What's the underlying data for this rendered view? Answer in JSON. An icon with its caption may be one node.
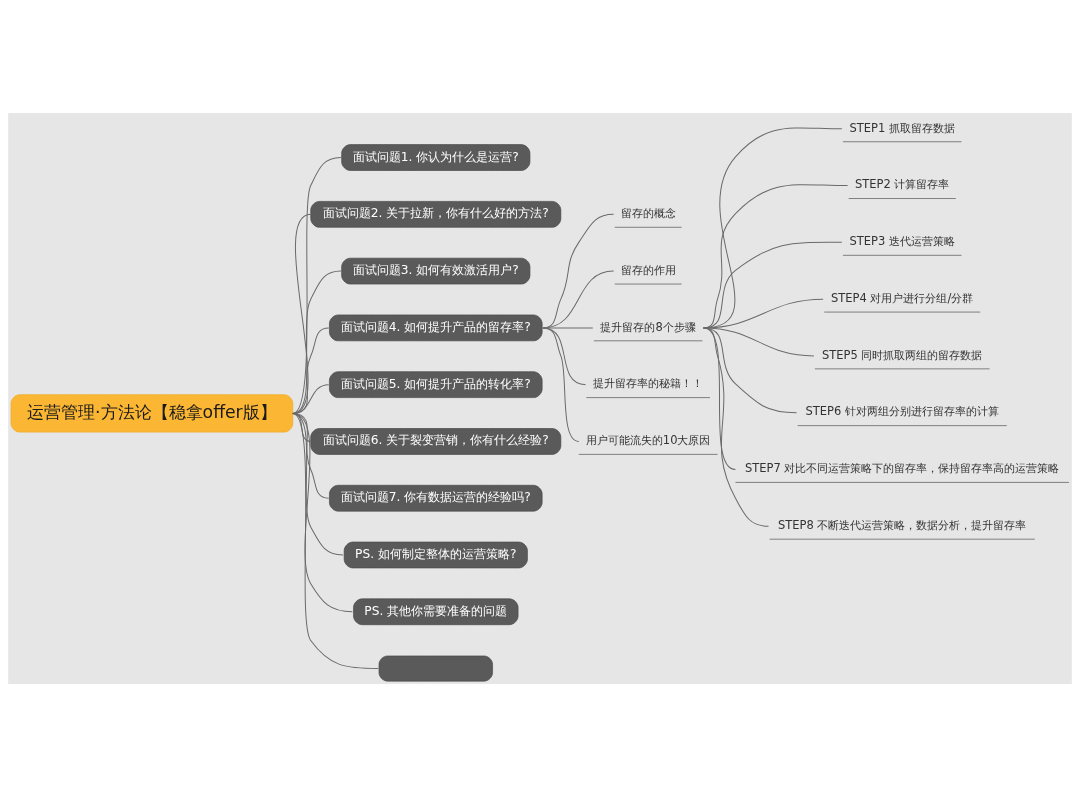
{
  "diagram": {
    "nodes": [
      {
        "text": [
          "运营管理·方法论【稳拿offer版】"
        ]
      },
      {
        "text": [
          "面试问题1. 你认为什么是运营?"
        ]
      },
      {
        "text": [
          "面试问题2. 关于拉新，你有什么好的方法?"
        ]
      },
      {
        "text": [
          "面试问题3. 如何有效激活用户?"
        ]
      },
      {
        "text": [
          "面试问题4. 如何提升产品的留存率?"
        ]
      },
      {
        "text": [
          "留存的概念"
        ]
      },
      {
        "text": [
          "留存的作用"
        ]
      },
      {
        "text": [
          "提升留存的8个步骤"
        ]
      },
      {
        "text": [
          "STEP1 抓取留存数据"
        ]
      },
      {
        "text": [
          "STEP2 计算留存率"
        ]
      },
      {
        "text": [
          "STEP3 迭代运营策略"
        ]
      },
      {
        "text": [
          "STEP4 对用户进行分组/分群"
        ]
      },
      {
        "text": [
          "STEP5 同时抓取两组的留存数据"
        ]
      },
      {
        "text": [
          "STEP6 针对两组分别进行留存率的计算"
        ]
      },
      {
        "text": [
          "STEP7 对比不同运营策略下的留存率，保持留存率高的运营策略"
        ]
      },
      {
        "text": [
          "STEP8 不断迭代运营策略，数据分析，提升留存率"
        ]
      },
      {
        "text": [
          "提升留存率的秘籍！！"
        ]
      },
      {
        "text": [
          "用户可能流失的10大原因"
        ]
      },
      {
        "text": [
          "面试问题5. 如何提升产品的转化率?"
        ]
      },
      {
        "text": [
          "面试问题6. 关于裂变营销，你有什么经验?"
        ]
      },
      {
        "text": [
          "面试问题7. 你有数据运营的经验吗?"
        ]
      },
      {
        "text": [
          "PS. 如何制定整体的运营策略?"
        ]
      },
      {
        "text": [
          "PS. 其他你需要准备的问题"
        ]
      },
      {
        "text": [],
        "shape": "box"
      }
    ],
    "edges": [
      {
        "from": 0,
        "to": 1,
        "arrow": "none"
      },
      {
        "from": 0,
        "to": 2,
        "arrow": "none"
      },
      {
        "from": 0,
        "to": 3,
        "arrow": "none"
      },
      {
        "from": 0,
        "to": 4,
        "arrow": "none"
      },
      {
        "from": 4,
        "to": 5,
        "arrow": "none"
      },
      {
        "from": 4,
        "to": 6,
        "arrow": "none"
      },
      {
        "from": 4,
        "to": 7,
        "arrow": "none"
      },
      {
        "from": 7,
        "to": 8,
        "arrow": "none"
      },
      {
        "from": 7,
        "to": 9,
        "arrow": "none"
      },
      {
        "from": 7,
        "to": 10,
        "arrow": "none"
      },
      {
        "from": 7,
        "to": 11,
        "arrow": "none"
      },
      {
        "from": 7,
        "to": 12,
        "arrow": "none"
      },
      {
        "from": 7,
        "to": 13,
        "arrow": "none"
      },
      {
        "from": 7,
        "to": 14,
        "arrow": "none"
      },
      {
        "from": 7,
        "to": 15,
        "arrow": "none"
      },
      {
        "from": 4,
        "to": 16,
        "arrow": "none"
      },
      {
        "from": 4,
        "to": 17,
        "arrow": "none"
      },
      {
        "from": 0,
        "to": 18,
        "arrow": "none"
      },
      {
        "from": 0,
        "to": 19,
        "arrow": "none"
      },
      {
        "from": 0,
        "to": 20,
        "arrow": "none"
      },
      {
        "from": 0,
        "to": 21,
        "arrow": "none"
      },
      {
        "from": 0,
        "to": 22,
        "arrow": "none"
      },
      {
        "from": 0,
        "to": 23,
        "arrow": "none"
      }
    ]
  }
}
